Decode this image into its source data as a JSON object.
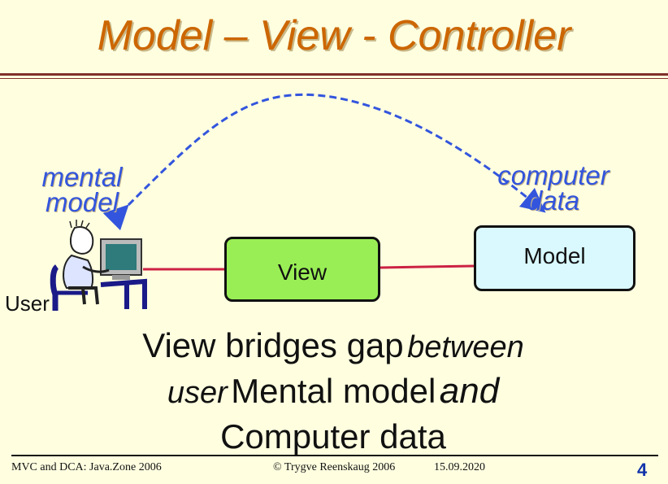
{
  "slide": {
    "title": "Model – View - Controller",
    "mental_model_label": "mental\nmodel",
    "computer_data_label": "computer\ndata",
    "view_box_label": "View",
    "model_box_label": "Model",
    "user_label": "User",
    "summary": {
      "line1_bold": "View bridges gap",
      "line1_italic": "between",
      "line2_italic": "user",
      "line2_bold": "Mental model",
      "line2_and": "and",
      "line3_bold": "Computer data"
    },
    "colors": {
      "title": "#CC6600",
      "accent_blue": "#3355DD",
      "view_fill": "#99EE55",
      "model_fill": "#D9F9FF",
      "connector_red": "#CC2244",
      "background": "#FFFFE0"
    },
    "icons": [
      "user-at-computer-illustration"
    ]
  },
  "footer": {
    "left": "MVC and DCA:  Java.Zone 2006",
    "middle": "© Trygve Reenskaug 2006",
    "date": "15.09.2020",
    "page_number": "4"
  }
}
